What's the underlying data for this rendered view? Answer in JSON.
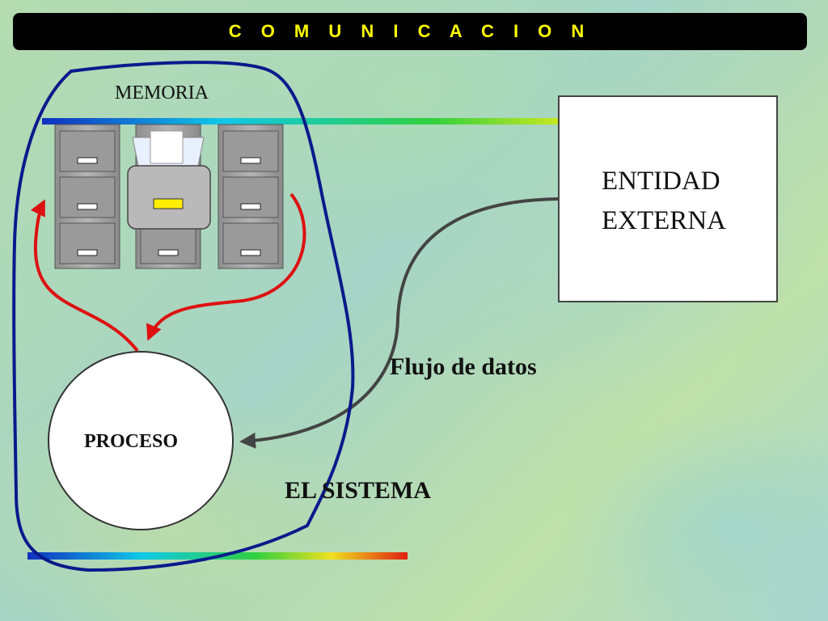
{
  "header": {
    "title": "C O M U N I C A C I O N"
  },
  "diagram": {
    "memoria_label": "MEMORIA",
    "entidad_lines": [
      "ENTIDAD",
      "EXTERNA"
    ],
    "flujo_label": "Flujo de datos",
    "proceso_label": "PROCESO",
    "sistema_label": "EL SISTEMA"
  },
  "colors": {
    "title_bar": "#000000",
    "title_text": "#ffff00",
    "system_boundary": "#0a1a8c",
    "memory_arrows": "#dd1111",
    "flow_arrow": "#444444"
  }
}
